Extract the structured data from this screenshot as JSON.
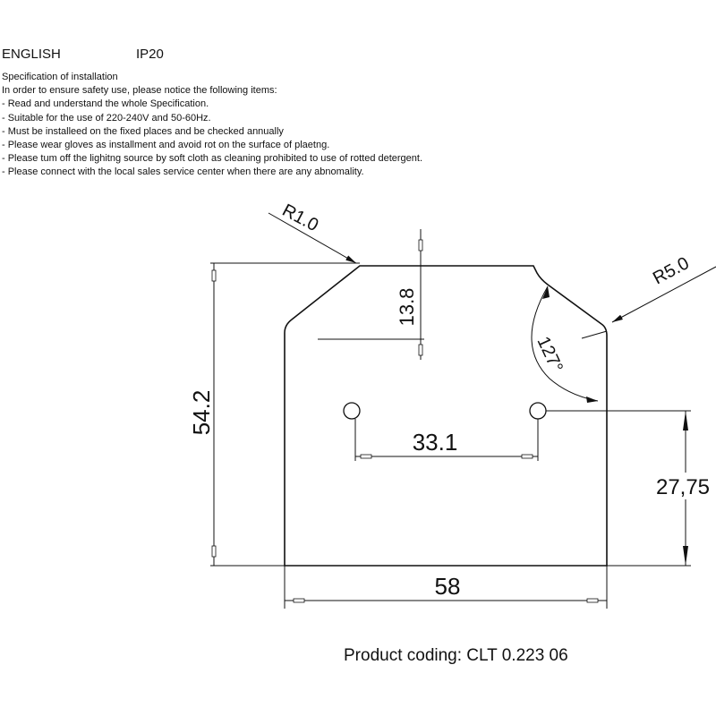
{
  "header": {
    "language": "ENGLISH",
    "ip_rating": "IP20"
  },
  "spec": {
    "title": "Specification of installation",
    "intro": "In order to ensure safety use, please notice the following items:",
    "items": [
      "- Read and understand the whole Specification.",
      "- Suitable for the use of 220-240V and 50-60Hz.",
      "- Must be installeed on the fixed places and be checked annually",
      "- Please wear gloves as installment and avoid rot on the surface of plaetng.",
      "- Please tum off the lighitng source by soft cloth as cleaning prohibited to use of rotted detergent.",
      "- Please connect with the local sales service center when there are any abnomality."
    ]
  },
  "drawing": {
    "dimensions": {
      "radius_left": "R1.0",
      "radius_right": "R5.0",
      "top_notch_height": "13.8",
      "angle": "127°",
      "height": "54.2",
      "hole_spacing": "33.1",
      "hole_offset": "27,75",
      "width": "58"
    }
  },
  "footer": {
    "product_coding": "Product coding: CLT 0.223 06"
  }
}
